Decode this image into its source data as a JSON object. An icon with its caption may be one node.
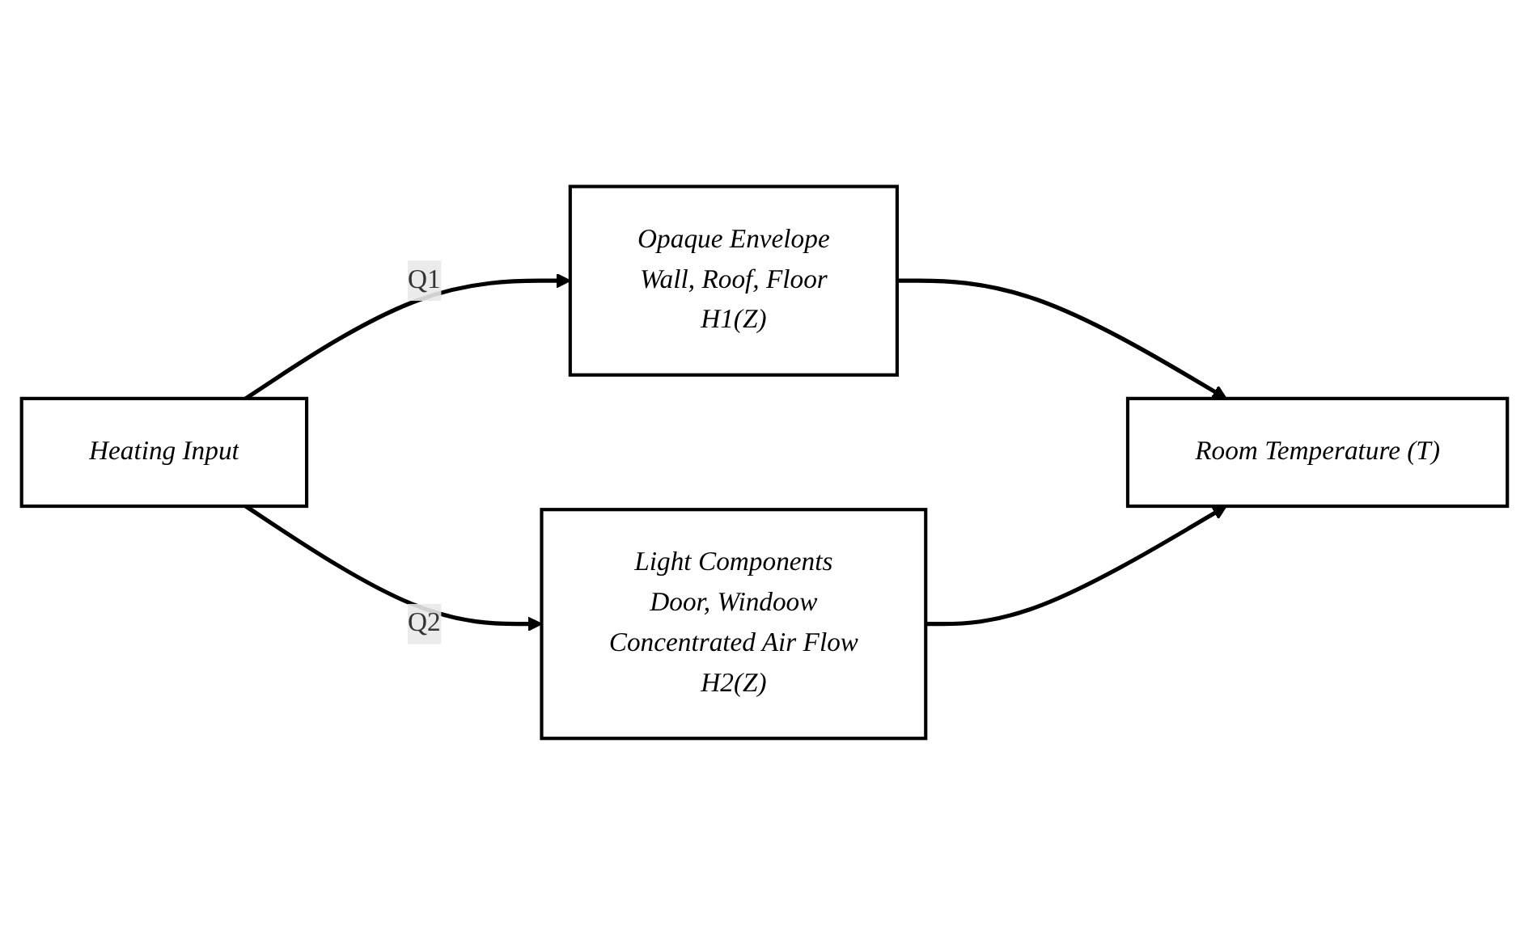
{
  "diagram": {
    "nodes": [
      {
        "text": [
          "Heating Input"
        ]
      },
      {
        "text": [
          "Opaque Envelope",
          "Wall, Roof, Floor",
          "H1(Z)"
        ]
      },
      {
        "text": [
          "Light Components",
          "Door, Windoow",
          "Concentrated Air Flow",
          "H2(Z)"
        ]
      },
      {
        "text": [
          "Room Temperature (T)"
        ]
      }
    ],
    "edges": [
      {
        "from": 0,
        "to": 1,
        "arrow": "to",
        "label": "Q1"
      },
      {
        "from": 0,
        "to": 2,
        "arrow": "to",
        "label": "Q2"
      },
      {
        "from": 1,
        "to": 3,
        "arrow": "to"
      },
      {
        "from": 2,
        "to": 3,
        "arrow": "to"
      }
    ]
  }
}
